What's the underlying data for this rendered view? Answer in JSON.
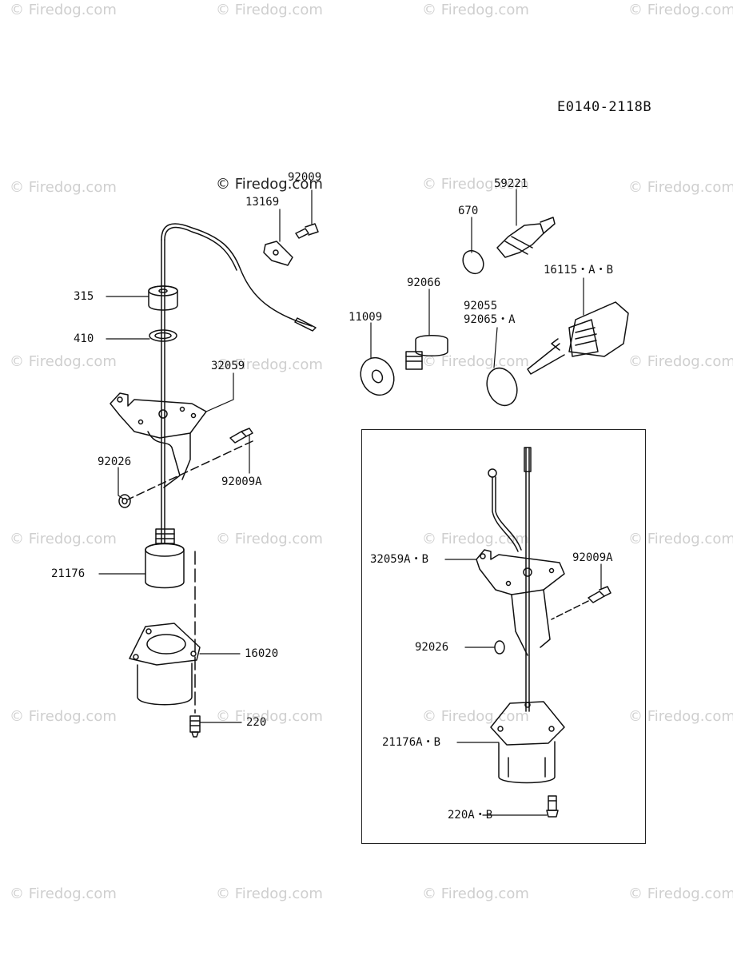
{
  "watermark": "© Firedog.com",
  "diagram_code": "E0140-2118B",
  "parts": {
    "p92009": "92009",
    "p13169": "13169",
    "p315": "315",
    "p410": "410",
    "p32059": "32059",
    "p92026": "92026",
    "p92009A": "92009A",
    "p21176": "21176",
    "p16020": "16020",
    "p220": "220",
    "p59221": "59221",
    "p670": "670",
    "p92066": "92066",
    "p11009": "11009",
    "p92055": "92055",
    "p92065A": "92065・A",
    "p16115AB": "16115・A・B"
  },
  "inset": {
    "p32059AB": "32059A・B",
    "p92009A": "92009A",
    "p92026": "92026",
    "p21176AB": "21176A・B",
    "p220AB": "220A・B"
  }
}
